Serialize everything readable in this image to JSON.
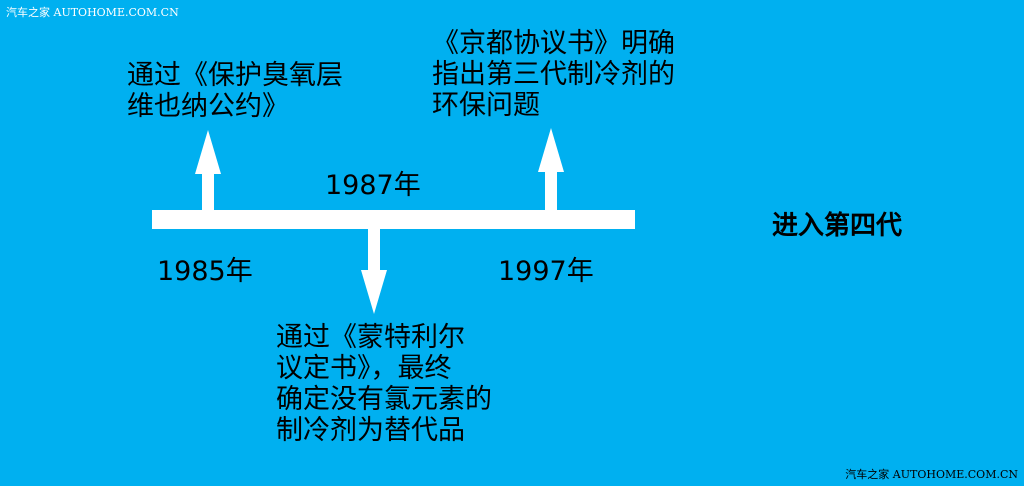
{
  "watermark": {
    "top": "汽车之家  AUTOHOME.COM.CN",
    "bottom": "汽车之家  AUTOHOME.COM.CN"
  },
  "timeline": {
    "years": [
      "1985年",
      "1987年",
      "1997年"
    ],
    "events": {
      "e1985": [
        "通过《保护臭氧层",
        "维也纳公约》"
      ],
      "e1987": [
        "通过《蒙特利尔",
        "议定书》，最终",
        "确定没有氯元素的",
        "制冷剂为替代品"
      ],
      "e1997": [
        "《京都协议书》明确",
        "指出第三代制冷剂的",
        "环保问题"
      ]
    },
    "next_stage": "进入第四代"
  },
  "colors": {
    "background": "#00B0F0",
    "timeline": "#FFFFFF",
    "text": "#000000"
  }
}
